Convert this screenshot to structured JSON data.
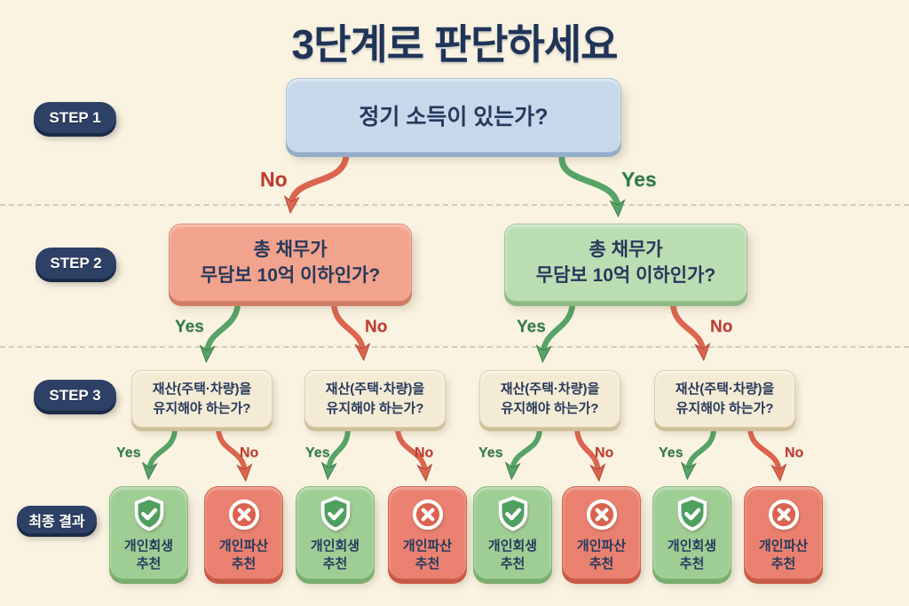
{
  "title": "3단계로 판단하세요",
  "row_labels": {
    "step1": "STEP 1",
    "step2": "STEP 2",
    "step3": "STEP 3",
    "final": "최종 결과"
  },
  "branch_labels": {
    "yes": "Yes",
    "no": "No"
  },
  "nodes": {
    "step1_question": "정기 소득이 있는가?",
    "step2_question_line1": "총 채무가",
    "step2_question_line2": "무담보 10억 이하인가?",
    "step3_question_line1": "재산(주택·차량)을",
    "step3_question_line2": "유지해야 하는가?"
  },
  "outcomes": {
    "rehab": {
      "line1": "개인회생",
      "line2": "추천",
      "icon": "shield-check"
    },
    "bankruptcy": {
      "line1": "개인파산",
      "line2": "추천",
      "icon": "x-circle"
    }
  },
  "colors": {
    "background": "#faf3e2",
    "navy_text": "#26395c",
    "pill": "#2d4065",
    "step1_box": "#c6d8ea",
    "step2_no_box": "#f2a38d",
    "step2_yes_box": "#bbddb3",
    "step3_box": "#f4ebd4",
    "result_positive": "#9fce95",
    "result_negative": "#ea8170",
    "yes_green": "#2e7c45",
    "no_red": "#bf3a2e",
    "arrow_green": "#57a368",
    "arrow_red": "#dc654f"
  }
}
